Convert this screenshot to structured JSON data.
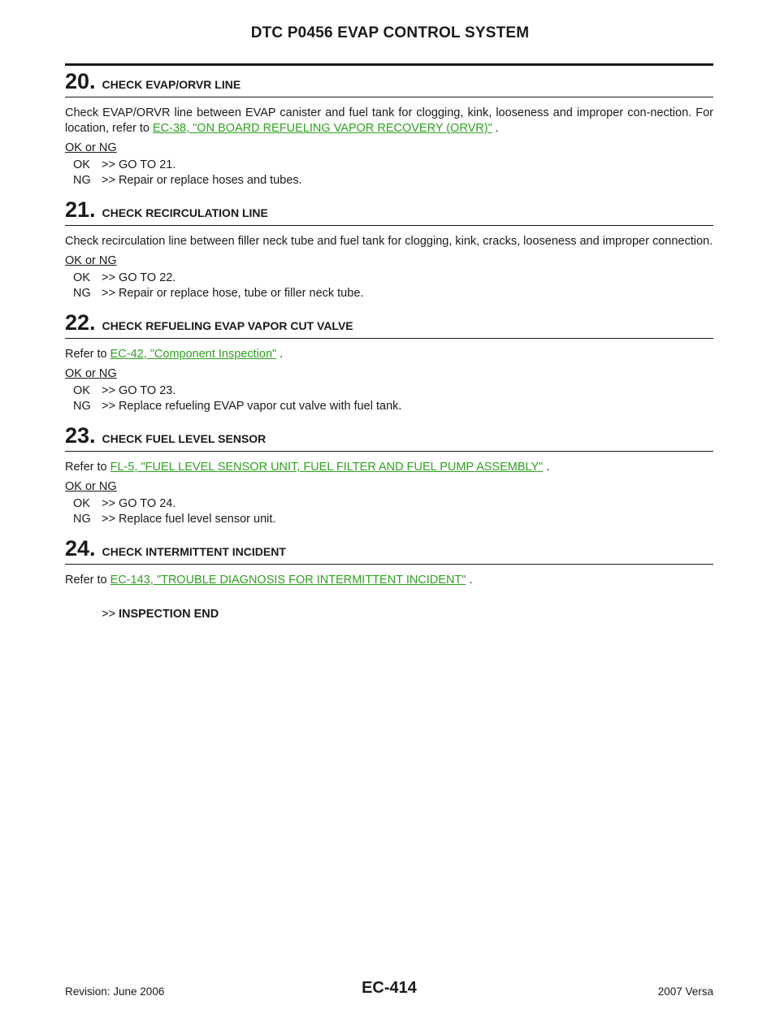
{
  "header": {
    "title": "DTC P0456 EVAP CONTROL SYSTEM"
  },
  "steps": [
    {
      "number": "20.",
      "title": "CHECK EVAP/ORVR LINE",
      "text_before": "Check EVAP/ORVR line between EVAP canister and fuel tank for clogging, kink, looseness and improper con-nection. For location, refer to ",
      "link": "EC-38, \"ON BOARD REFUELING VAPOR RECOVERY (ORVR)\"",
      "text_after": " .",
      "okng": "OK or NG",
      "results": [
        {
          "code": "OK",
          "text": ">> GO TO 21."
        },
        {
          "code": "NG",
          "text": ">> Repair or replace hoses and tubes."
        }
      ]
    },
    {
      "number": "21.",
      "title": "CHECK RECIRCULATION LINE",
      "text_before": "Check recirculation line between filler neck tube and fuel tank for clogging, kink, cracks, looseness and improper connection.",
      "link": "",
      "text_after": "",
      "okng": "OK or NG",
      "results": [
        {
          "code": "OK",
          "text": ">> GO TO 22."
        },
        {
          "code": "NG",
          "text": ">> Repair or replace hose, tube or filler neck tube."
        }
      ]
    },
    {
      "number": "22.",
      "title": "CHECK REFUELING EVAP VAPOR CUT VALVE",
      "text_before": "Refer to ",
      "link": "EC-42, \"Component Inspection\"",
      "text_after": " .",
      "okng": "OK or NG",
      "results": [
        {
          "code": "OK",
          "text": ">> GO TO 23."
        },
        {
          "code": "NG",
          "text": ">> Replace refueling EVAP vapor cut valve with fuel tank."
        }
      ]
    },
    {
      "number": "23.",
      "title": "CHECK FUEL LEVEL SENSOR",
      "text_before": "Refer to ",
      "link": "FL-5, \"FUEL LEVEL SENSOR UNIT, FUEL FILTER AND FUEL PUMP ASSEMBLY\"",
      "text_after": " .",
      "okng": "OK or NG",
      "results": [
        {
          "code": "OK",
          "text": ">> GO TO 24."
        },
        {
          "code": "NG",
          "text": ">> Replace fuel level sensor unit."
        }
      ]
    },
    {
      "number": "24.",
      "title": "CHECK INTERMITTENT INCIDENT",
      "text_before": "Refer to ",
      "link": "EC-143, \"TROUBLE DIAGNOSIS FOR INTERMITTENT INCIDENT\"",
      "text_after": " .",
      "end_prefix": ">>",
      "end_text": "INSPECTION END"
    }
  ],
  "footer": {
    "revision": "Revision: June 2006",
    "page": "EC-414",
    "model": "2007 Versa"
  }
}
